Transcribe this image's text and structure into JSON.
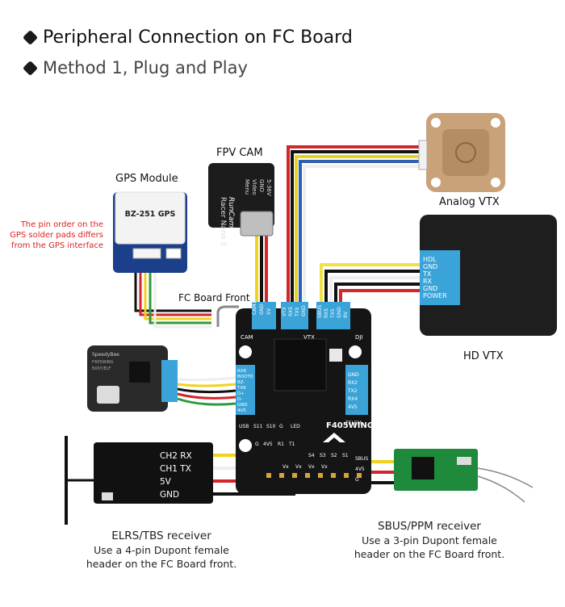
{
  "headings": {
    "title": "Peripheral Connection on FC Board",
    "method": "Method 1, Plug and Play"
  },
  "gps": {
    "label": "GPS Module",
    "chip": "BZ-251 GPS",
    "note_lines": [
      "The pin order on the",
      "GPS solder pads differs",
      "from the GPS interface"
    ]
  },
  "cam": {
    "label": "FPV CAM",
    "brand": "RunCam",
    "model": "Racer Nano 3",
    "pins": [
      "5-36V",
      "GND",
      "Video",
      "Menu"
    ]
  },
  "analog_vtx": {
    "label": "Analog VTX"
  },
  "hd_vtx": {
    "label": "HD VTX",
    "pins": [
      "HDL",
      "GND",
      "TX",
      "RX",
      "GND",
      "POWER"
    ]
  },
  "fc": {
    "front_label": "FC Board Front",
    "name": "F405WING",
    "port_cam": [
      "CAM1",
      "GND",
      "5V"
    ],
    "port_vtx": [
      "VTX",
      "RX5",
      "TX5",
      "GND",
      "9V"
    ],
    "port_dji": [
      "SBUS",
      "RX5",
      "TX5",
      "GND",
      "9V"
    ],
    "usb_pins": [
      "RX6",
      "BOOT0",
      "BZ-",
      "TX6",
      "D+",
      "D-",
      "GND",
      "4V5"
    ],
    "telem_pins": [
      "GND",
      "RX2",
      "TX2",
      "RX4",
      "4V5"
    ],
    "side_labels": [
      "CAM",
      "VTX",
      "DJI",
      "USB",
      "TELEM"
    ],
    "pad_labels": [
      "S11",
      "S10",
      "G",
      "LED",
      "G",
      "4V5",
      "R1",
      "T1",
      "S4",
      "S3",
      "S2",
      "S1"
    ],
    "rail_labels": [
      "Vx",
      "Vx",
      "Vx",
      "Vx"
    ]
  },
  "usb_board": {
    "brand": "SpeedyBee",
    "lines": [
      "F405WING",
      "EASY/ELF"
    ]
  },
  "elrs": {
    "pins": [
      "CH2 RX",
      "CH1 TX",
      "5V",
      "GND"
    ],
    "title": "ELRS/TBS receiver",
    "desc_lines": [
      "Use a 4-pin Dupont female",
      "header on the FC Board front."
    ]
  },
  "sbus": {
    "pins": [
      "SBUS",
      "4V5",
      "G"
    ],
    "title": "SBUS/PPM receiver",
    "desc_lines": [
      "Use a 3-pin Dupont female",
      "header on the FC Board front."
    ]
  },
  "colors": {
    "connector_blue": "#3aa3d8",
    "board_black": "#151515",
    "receiver_green": "#1f8a3c",
    "note_red": "#e02020",
    "gps_pcb": "#1b3f8a",
    "vtx_copper": "#c9a27a"
  }
}
